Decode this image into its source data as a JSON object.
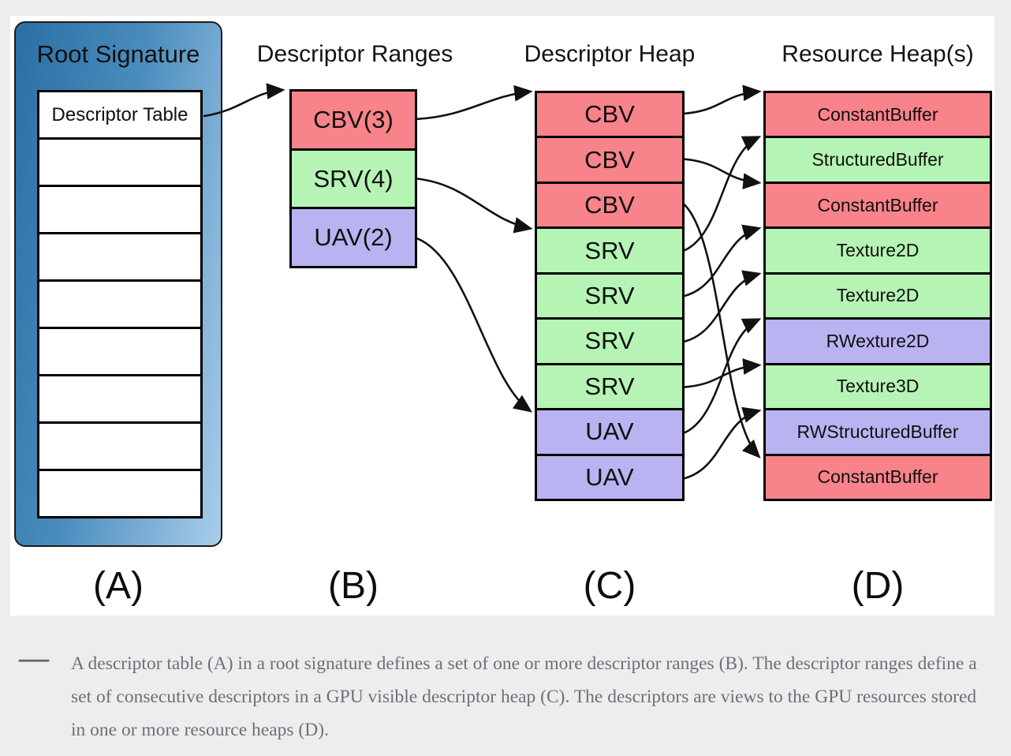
{
  "page": {
    "background": "#ededee",
    "canvas_background": "#ffffff"
  },
  "colors": {
    "red": "#f9838a",
    "green": "#b5f4b5",
    "purple": "#bab3f2",
    "blue_gradient_left": "#2a6fa4",
    "blue_gradient_right": "#a9cdeb",
    "line": "#111111",
    "caption_text": "#6d7078"
  },
  "columns": {
    "root_signature": {
      "header": "Root Signature",
      "label": "(A)",
      "table_rows": [
        "Descriptor Table",
        "",
        "",
        "",
        "",
        "",
        "",
        "",
        ""
      ]
    },
    "descriptor_ranges": {
      "header": "Descriptor Ranges",
      "label": "(B)",
      "rows": [
        {
          "text": "CBV(3)",
          "color": "red"
        },
        {
          "text": "SRV(4)",
          "color": "green"
        },
        {
          "text": "UAV(2)",
          "color": "purple"
        }
      ]
    },
    "descriptor_heap": {
      "header": "Descriptor Heap",
      "label": "(C)",
      "rows": [
        {
          "text": "CBV",
          "color": "red"
        },
        {
          "text": "CBV",
          "color": "red"
        },
        {
          "text": "CBV",
          "color": "red"
        },
        {
          "text": "SRV",
          "color": "green"
        },
        {
          "text": "SRV",
          "color": "green"
        },
        {
          "text": "SRV",
          "color": "green"
        },
        {
          "text": "SRV",
          "color": "green"
        },
        {
          "text": "UAV",
          "color": "purple"
        },
        {
          "text": "UAV",
          "color": "purple"
        }
      ]
    },
    "resource_heap": {
      "header": "Resource Heap(s)",
      "label": "(D)",
      "rows": [
        {
          "text": "ConstantBuffer",
          "color": "red"
        },
        {
          "text": "StructuredBuffer",
          "color": "green"
        },
        {
          "text": "ConstantBuffer",
          "color": "red"
        },
        {
          "text": "Texture2D",
          "color": "green"
        },
        {
          "text": "Texture2D",
          "color": "green"
        },
        {
          "text": "RWexture2D",
          "color": "purple"
        },
        {
          "text": "Texture3D",
          "color": "green"
        },
        {
          "text": "RWStructuredBuffer",
          "color": "purple"
        },
        {
          "text": "ConstantBuffer",
          "color": "red"
        }
      ]
    }
  },
  "connections": {
    "table_to_ranges": [
      {
        "from_table_row": 0,
        "to_range": 0
      }
    ],
    "ranges_to_heap": [
      {
        "from": 0,
        "to": 0
      },
      {
        "from": 1,
        "to": 3
      },
      {
        "from": 2,
        "to": 7
      }
    ],
    "heap_to_resources": [
      {
        "from": 0,
        "to": 0
      },
      {
        "from": 1,
        "to": 2
      },
      {
        "from": 2,
        "to": 8
      },
      {
        "from": 3,
        "to": 1
      },
      {
        "from": 4,
        "to": 3
      },
      {
        "from": 5,
        "to": 4
      },
      {
        "from": 6,
        "to": 6
      },
      {
        "from": 7,
        "to": 5
      },
      {
        "from": 8,
        "to": 7
      }
    ]
  },
  "caption": {
    "dash": "—",
    "text": "A descriptor table (A) in a root signature defines a set of one or more descriptor ranges (B). The descriptor ranges define a set of consecutive descriptors in a GPU visible descriptor heap (C). The descriptors are views to the GPU resources stored in one or more resource heaps (D)."
  }
}
